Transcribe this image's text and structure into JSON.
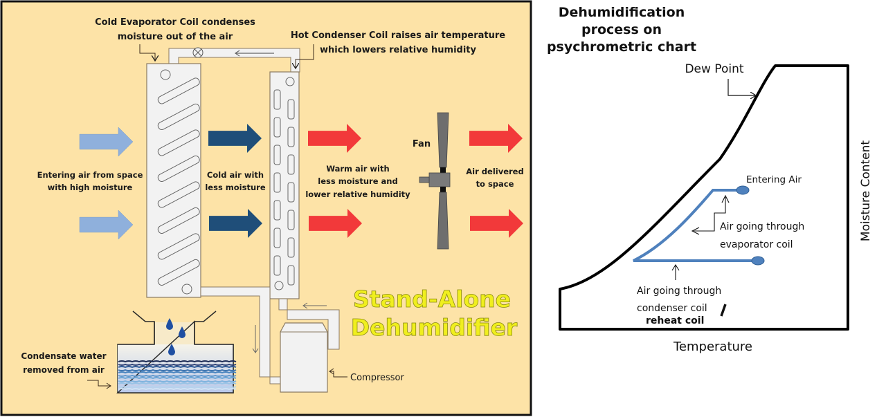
{
  "left_diagram": {
    "title_line1": "Stand-Alone",
    "title_line2": "Dehumidifier",
    "evaporator_label_line1": "Cold Evaporator Coil condenses",
    "evaporator_label_line2": "moisture out of the air",
    "condenser_label_line1": "Hot Condenser Coil raises air temperature",
    "condenser_label_line2": "which lowers relative humidity",
    "entering_air_line1": "Entering air from space",
    "entering_air_line2": "with high moisture",
    "cold_air_line1": "Cold air with",
    "cold_air_line2": "less moisture",
    "warm_air_line1": "Warm air with",
    "warm_air_line2": "less moisture and",
    "warm_air_line3": "lower relative humidity",
    "fan_label": "Fan",
    "delivered_line1": "Air delivered",
    "delivered_line2": "to space",
    "condensate_line1": "Condensate water",
    "condensate_line2": "removed from air",
    "compressor_label": "Compressor",
    "colors": {
      "background": "#fde3a7",
      "entering_arrow": "#8fb0dc",
      "cold_arrow": "#1f4e79",
      "warm_arrow": "#f2393a",
      "title": "#f0ef1e",
      "coil_fill": "#f2f2f2"
    }
  },
  "right_diagram": {
    "title_line1": "Dehumidification",
    "title_line2": "process on",
    "title_line3": "psychrometric chart",
    "dew_point_label": "Dew Point",
    "entering_air_label": "Entering Air",
    "evaporator_process_line1": "Air going through",
    "evaporator_process_line2": "evaporator coil",
    "condenser_process_line1": "Air going through",
    "condenser_process_line2": "condenser coil",
    "condenser_process_line3": "reheat coil",
    "x_axis_label": "Temperature",
    "y_axis_label": "Moisture Content",
    "colors": {
      "process_line": "#4f81bd",
      "outline": "#000000"
    }
  }
}
